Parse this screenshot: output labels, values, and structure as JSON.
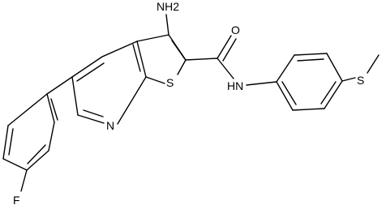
{
  "molecule": {
    "labels": {
      "amino": "NH2",
      "carbonyl_oxygen": "O",
      "amide_nitrogen": "HN",
      "ring_sulfur": "S",
      "thioether_sulfur": "S",
      "pyridine_nitrogen": "N",
      "fluorine": "F"
    },
    "colors": {
      "bond": "#000000",
      "text": "#000000",
      "background": "#ffffff"
    }
  }
}
